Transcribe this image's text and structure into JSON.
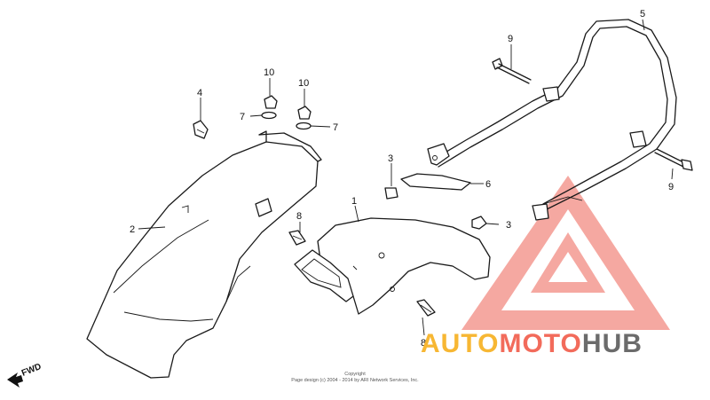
{
  "callouts": {
    "c1": "1",
    "c2": "2",
    "c3a": "3",
    "c3b": "3",
    "c4": "4",
    "c5": "5",
    "c6": "6",
    "c7a": "7",
    "c7b": "7",
    "c8a": "8",
    "c8b": "8",
    "c9a": "9",
    "c9b": "9",
    "c10a": "10",
    "c10b": "10"
  },
  "direction_label": "FWD",
  "copyright": {
    "line1": "Copyright",
    "line2": "Page design (c) 2004 - 2014 by ARI Network Services, Inc."
  },
  "watermark": {
    "part1": "AUTO",
    "part2": "MOTO",
    "part3": "HUB",
    "colors": {
      "auto": "#f7b733",
      "moto": "#f26b5b",
      "hub": "#6b6b6b",
      "logo": "#f28b82"
    }
  }
}
